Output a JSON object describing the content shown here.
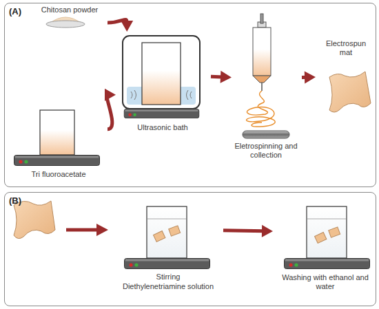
{
  "diagram": {
    "nodes": [
      {
        "text": [
          "(A)"
        ]
      },
      {
        "text": [
          "Chitosan powder"
        ],
        "in": 0
      },
      {
        "text": [
          "Tri fluoroacetate"
        ],
        "in": 0
      },
      {
        "text": [
          "Ultrasonic bath"
        ],
        "in": 0
      },
      {
        "text": [
          "Eletrospinning and collection"
        ],
        "in": 0
      },
      {
        "text": [
          "Electrospun mat"
        ],
        "in": 0
      },
      {
        "text": [
          "(B)"
        ]
      },
      {
        "text": [
          "Stirring",
          "Diethylenetriamine solution"
        ],
        "in": 6
      },
      {
        "text": [
          "Washing with ethanol and water"
        ],
        "in": 6
      }
    ],
    "edges": [
      {
        "from": 1,
        "to": 3,
        "arrow": "to"
      },
      {
        "from": 2,
        "to": 3,
        "arrow": "to"
      },
      {
        "from": 3,
        "to": 4,
        "arrow": "to"
      },
      {
        "from": 4,
        "to": 5,
        "arrow": "to"
      },
      {
        "from": 7,
        "to": 8,
        "arrow": "to"
      }
    ]
  }
}
